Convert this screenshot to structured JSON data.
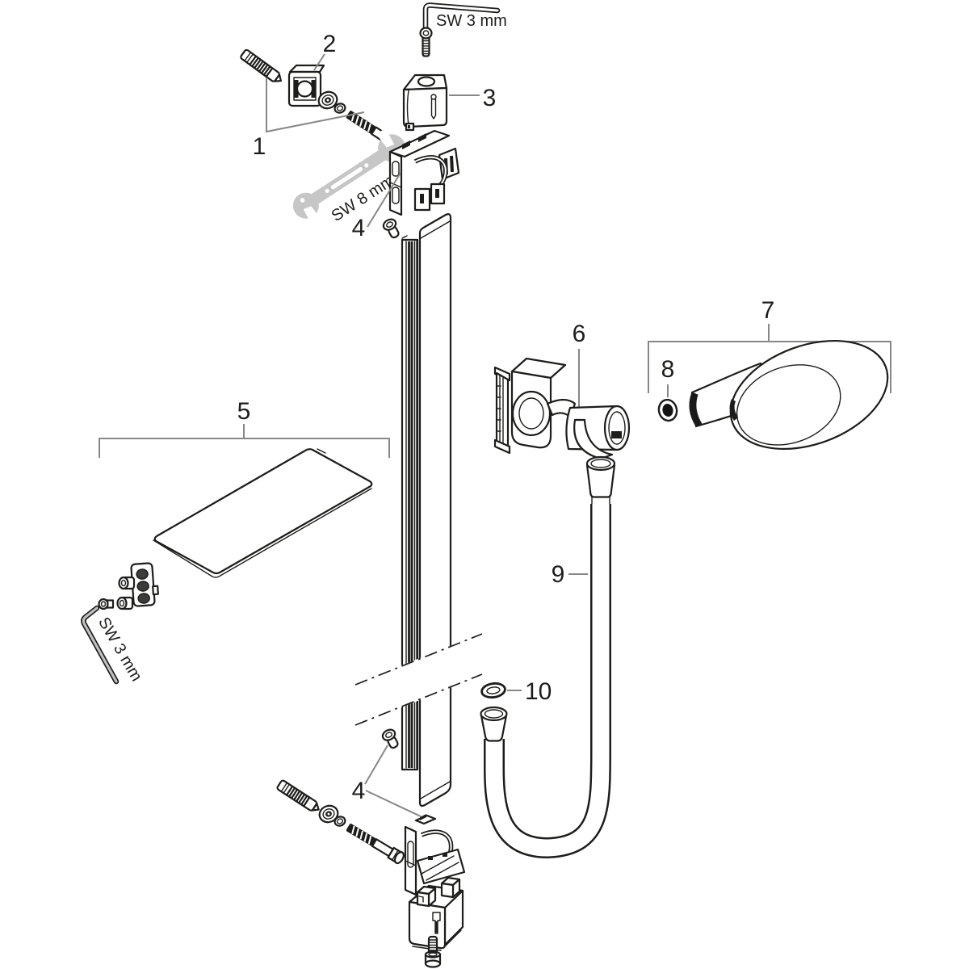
{
  "diagram": {
    "background": "#ffffff",
    "colors": {
      "line": "#1d1d1b",
      "leader": "#878787",
      "tool_fill": "#c6c6c6",
      "dark": "#000000"
    },
    "callouts": {
      "n1": "1",
      "n2": "2",
      "n3": "3",
      "n4_top": "4",
      "n4_bottom": "4",
      "n5": "5",
      "n6": "6",
      "n7": "7",
      "n8": "8",
      "n9": "9",
      "n10": "10"
    },
    "tool_labels": {
      "allen_top": "SW 3 mm",
      "wrench": "SW 8 mm",
      "allen_shelf": "SW 3 mm"
    }
  }
}
